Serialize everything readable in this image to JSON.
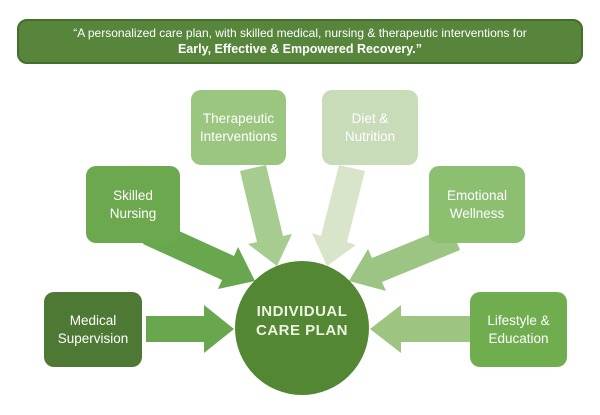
{
  "banner": {
    "line1": "“A personalized care plan, with skilled medical, nursing & therapeutic interventions for",
    "line2": "Early, Effective & Empowered Recovery.”",
    "bg": "#57853B",
    "border_color": "#446F2A",
    "text_color": "#FFFFFF"
  },
  "center": {
    "label": "INDIVIDUAL\nCARE PLAN",
    "bg": "#548733",
    "text_color": "#EDF3E3"
  },
  "nodes": [
    {
      "id": "therapeutic-interventions",
      "label": "Therapeutic\nInterventions",
      "box_color": "#9AC67F",
      "arrow_color": "#A7CC8F",
      "text_color": "#FFFFFF"
    },
    {
      "id": "diet-nutrition",
      "label": "Diet &\nNutrition",
      "box_color": "#C9DCBA",
      "arrow_color": "#D8E5CB",
      "text_color": "#FFFFFF"
    },
    {
      "id": "skilled-nursing",
      "label": "Skilled\nNursing",
      "box_color": "#6BA84E",
      "arrow_color": "#68A74D",
      "text_color": "#FFFFFF"
    },
    {
      "id": "emotional-wellness",
      "label": "Emotional\nWellness",
      "box_color": "#8CBF70",
      "arrow_color": "#9CC483",
      "text_color": "#FFFFFF"
    },
    {
      "id": "medical-supervision",
      "label": "Medical\nSupervision",
      "box_color": "#4D7934",
      "arrow_color": "#68A74D",
      "text_color": "#FFFFFF"
    },
    {
      "id": "lifestyle-education",
      "label": "Lifestyle &\nEducation",
      "box_color": "#70AD4F",
      "arrow_color": "#9DC581",
      "text_color": "#FFFFFF"
    }
  ]
}
